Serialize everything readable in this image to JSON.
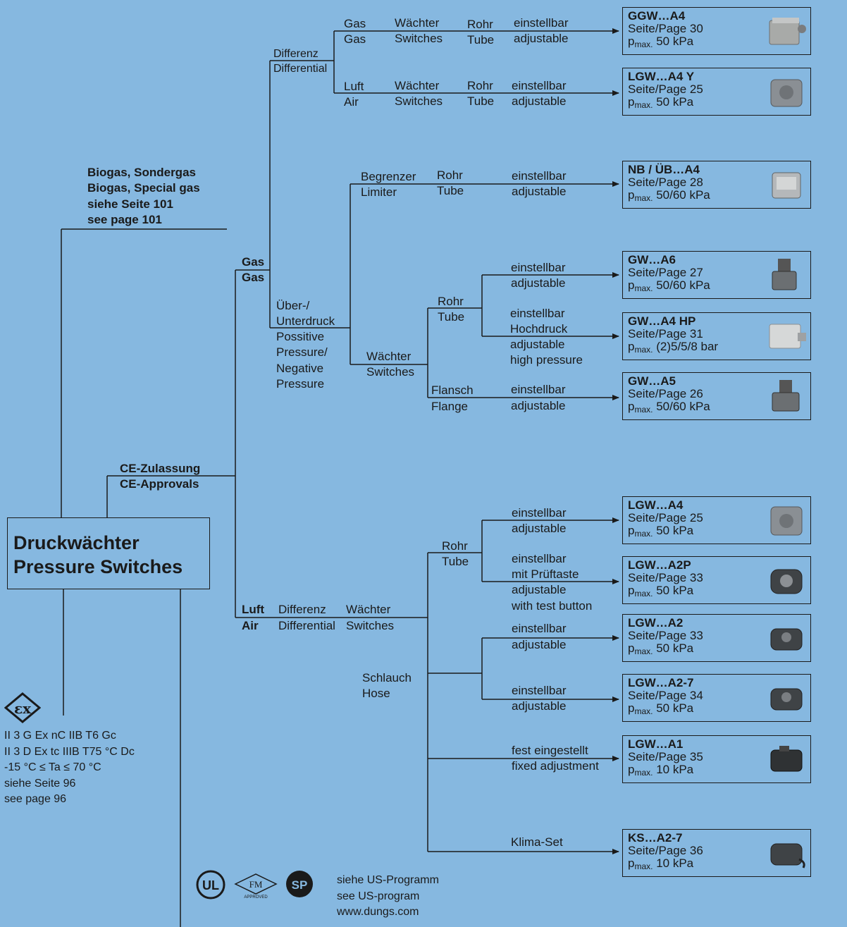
{
  "main_box": {
    "line1": "Druckwächter",
    "line2": "Pressure Switches"
  },
  "biogas": {
    "l1": "Biogas, Sondergas",
    "l2": "Biogas, Special gas",
    "l3": "siehe Seite 101",
    "l4": "see page 101"
  },
  "ce": {
    "l1": "CE-Zulassung",
    "l2": "CE-Approvals"
  },
  "gas": {
    "l1": "Gas",
    "l2": "Gas"
  },
  "luft": {
    "l1": "Luft",
    "l2": "Air"
  },
  "differenz": {
    "l1": "Differenz",
    "l2": "Differential"
  },
  "ueber": {
    "l1": "Über-/",
    "l2": "Unterdruck",
    "l3": "Possitive",
    "l4": "Pressure/",
    "l5": "Negative",
    "l6": "Pressure"
  },
  "gas_diff_gas": {
    "gas1": "Gas",
    "gas2": "Gas",
    "w1": "Wächter",
    "w2": "Switches",
    "r1": "Rohr",
    "r2": "Tube",
    "e1": "einstellbar",
    "e2": "adjustable"
  },
  "gas_diff_air": {
    "gas1": "Luft",
    "gas2": "Air",
    "w1": "Wächter",
    "w2": "Switches",
    "r1": "Rohr",
    "r2": "Tube",
    "e1": "einstellbar",
    "e2": "adjustable"
  },
  "begrenzer": {
    "b1": "Begrenzer",
    "b2": "Limiter",
    "r1": "Rohr",
    "r2": "Tube",
    "e1": "einstellbar",
    "e2": "adjustable"
  },
  "waechter": {
    "w1": "Wächter",
    "w2": "Switches"
  },
  "rohr_tube": {
    "r1": "Rohr",
    "r2": "Tube"
  },
  "gw_a6_label": {
    "e1": "einstellbar",
    "e2": "adjustable"
  },
  "gw_hp_label": {
    "e1": "einstellbar",
    "e2": "Hochdruck",
    "e3": "adjustable",
    "e4": "high pressure"
  },
  "flansch": {
    "f1": "Flansch",
    "f2": "Flange",
    "e1": "einstellbar",
    "e2": "adjustable"
  },
  "air_branch": {
    "d1": "Differenz",
    "d2": "Differential",
    "w1": "Wächter",
    "w2": "Switches"
  },
  "air_rohr": {
    "r1": "Rohr",
    "r2": "Tube"
  },
  "lgw_a4_label": {
    "e1": "einstellbar",
    "e2": "adjustable"
  },
  "lgw_a2p_label": {
    "e1": "einstellbar",
    "e2": "mit Prüftaste",
    "e3": "adjustable",
    "e4": "with test button"
  },
  "schlauch": {
    "s1": "Schlauch",
    "s2": "Hose"
  },
  "lgw_a2_label": {
    "e1": "einstellbar",
    "e2": "adjustable"
  },
  "lgw_a27_label": {
    "e1": "einstellbar",
    "e2": "adjustable"
  },
  "lgw_a1_label": {
    "e1": "fest eingestellt",
    "e2": "fixed adjustment"
  },
  "klima_label": {
    "k1": "Klima-Set"
  },
  "products": [
    {
      "name": "GGW…A4",
      "page": "Seite/Page 30",
      "p_prefix": "p",
      "p_sub": "max.",
      "p_val": " 50 kPa"
    },
    {
      "name": "LGW…A4 Y",
      "page": "Seite/Page 25",
      "p_prefix": "p",
      "p_sub": "max.",
      "p_val": " 50 kPa"
    },
    {
      "name": "NB / ÜB…A4",
      "page": "Seite/Page 28",
      "p_prefix": "p",
      "p_sub": "max.",
      "p_val": " 50/60 kPa"
    },
    {
      "name": "GW…A6",
      "page": "Seite/Page 27",
      "p_prefix": "p",
      "p_sub": "max.",
      "p_val": " 50/60 kPa"
    },
    {
      "name": "GW…A4 HP",
      "page": "Seite/Page 31",
      "p_prefix": "p",
      "p_sub": "max.",
      "p_val": " (2)5/5/8 bar"
    },
    {
      "name": "GW…A5",
      "page": "Seite/Page 26",
      "p_prefix": "p",
      "p_sub": "max.",
      "p_val": " 50/60 kPa"
    },
    {
      "name": "LGW…A4",
      "page": "Seite/Page 25",
      "p_prefix": "p",
      "p_sub": "max.",
      "p_val": " 50 kPa"
    },
    {
      "name": "LGW…A2P",
      "page": "Seite/Page 33",
      "p_prefix": "p",
      "p_sub": "max.",
      "p_val": " 50 kPa"
    },
    {
      "name": "LGW…A2",
      "page": "Seite/Page 33",
      "p_prefix": "p",
      "p_sub": "max.",
      "p_val": " 50 kPa"
    },
    {
      "name": "LGW…A2-7",
      "page": "Seite/Page 34",
      "p_prefix": "p",
      "p_sub": "max.",
      "p_val": " 50 kPa"
    },
    {
      "name": "LGW…A1",
      "page": "Seite/Page 35",
      "p_prefix": "p",
      "p_sub": "max.",
      "p_val": " 10 kPa"
    },
    {
      "name": "KS…A2-7",
      "page": "Seite/Page 36",
      "p_prefix": "p",
      "p_sub": "max.",
      "p_val": " 10 kPa"
    }
  ],
  "atex": {
    "l1": "II 3 G Ex nC IIB T6 Gc",
    "l2": "II 3 D Ex tc IIIB T75 °C Dc",
    "l3": "-15 °C ≤ Ta ≤ 70 °C",
    "l4": "siehe Seite 96",
    "l5": "see page 96",
    "logo": "εx"
  },
  "us": {
    "l1": "siehe US-Programm",
    "l2": "see US-program",
    "l3": "www.dungs.com",
    "ul": "UL",
    "fm": "FM",
    "fm_sub": "APPROVED",
    "csa": "SP"
  },
  "colors": {
    "background": "#86b8e0",
    "line": "#1a1a1a",
    "device_grey": "#8a8f94"
  }
}
